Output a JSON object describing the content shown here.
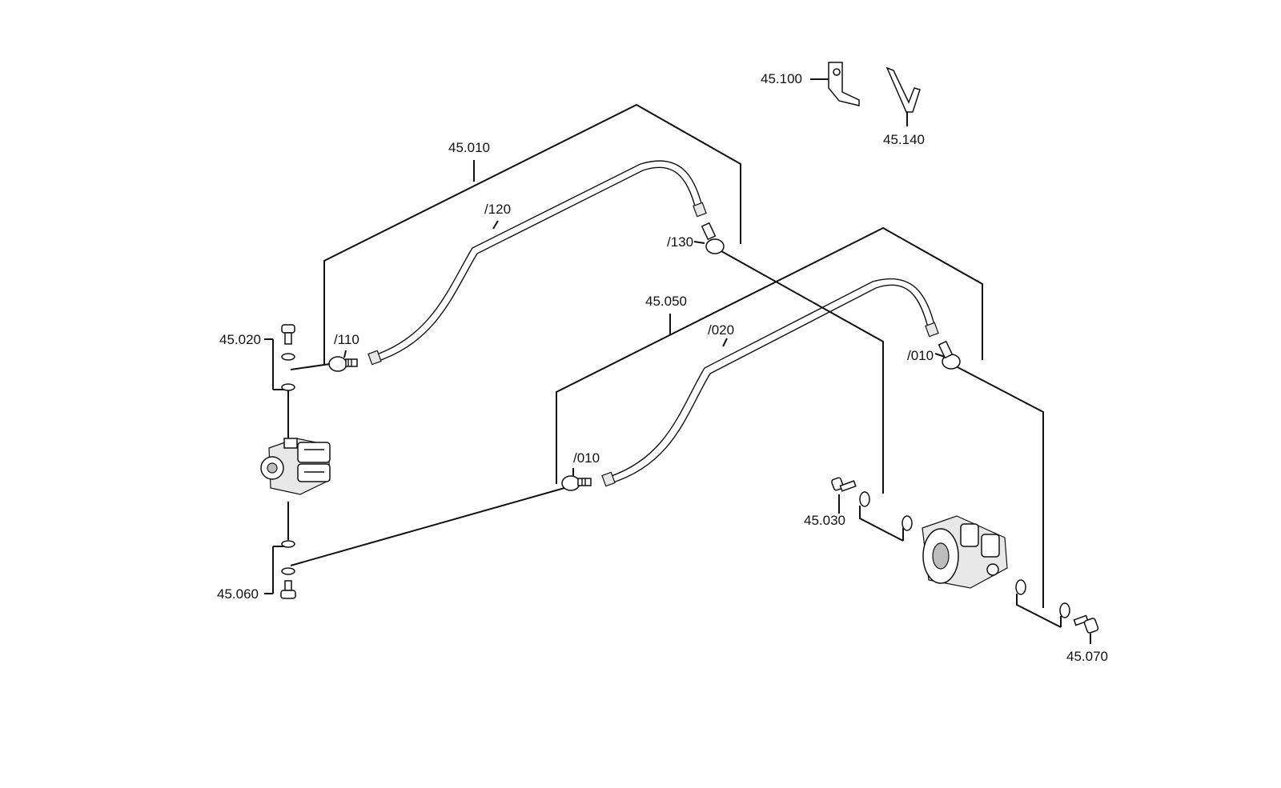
{
  "diagram": {
    "labels": {
      "p45010": "45.010",
      "p45020": "45.020",
      "p45030": "45.030",
      "p45050": "45.050",
      "p45060": "45.060",
      "p45070": "45.070",
      "p45100": "45.100",
      "p45140": "45.140",
      "s110": "/110",
      "s120": "/120",
      "s130": "/130",
      "s010a": "/010",
      "s020": "/020",
      "s010b": "/010"
    },
    "line_color": "#111111",
    "background": "#ffffff"
  }
}
